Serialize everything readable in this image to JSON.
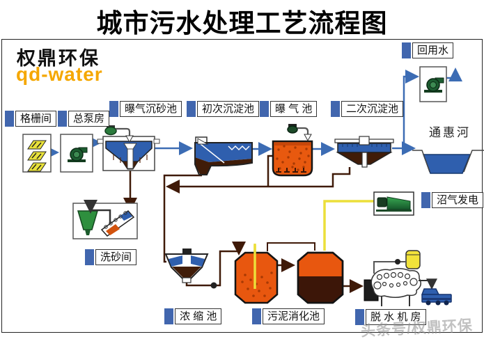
{
  "title": "城市污水处理工艺流程图",
  "brand": {
    "name": "权鼎环保",
    "sub": "qd-water"
  },
  "watermark": "头条号/权鼎环保",
  "river": {
    "name": "通惠河"
  },
  "labels": {
    "reuse_water": "回用水",
    "grating_room": "格栅间",
    "pump_house": "总泵房",
    "grit_chamber": "曝气沉砂池",
    "primary_tank": "初次沉淀池",
    "aeration_tank": "曝 气 池",
    "secondary_tank": "二次沉淀池",
    "biogas_power": "沼气发电",
    "sand_washing": "洗砂间",
    "thickener": "浓 缩 池",
    "digester": "污泥消化池",
    "dewatering": "脱 水 机 房"
  },
  "icons": {
    "pump": "pump-icon",
    "blower": "blower-icon",
    "generator": "biogas-generator-icon",
    "truck": "sludge-truck-icon",
    "grating": "grating-room-icon"
  },
  "colors": {
    "label_marker_blue": "#4166ae",
    "water_blue": "#2f5fae",
    "pipe_blue": "#3c6cb4",
    "sludge_brown": "#3f1a08",
    "aeration_orange": "#e8590f",
    "gas_yellow": "#ecdf3a",
    "brand_orange": "#f5a700",
    "generator_green": "#2e8f3e",
    "grating_yellow": "#e8e13a"
  }
}
